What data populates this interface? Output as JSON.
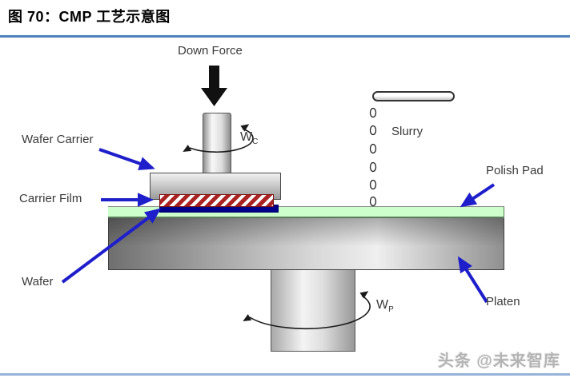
{
  "header": {
    "title": "图 70：CMP 工艺示意图"
  },
  "diagram": {
    "labels": {
      "down_force": "Down Force",
      "wafer_carrier": "Wafer Carrier",
      "carrier_film": "Carrier Film",
      "wafer": "Wafer",
      "slurry": "Slurry",
      "polish_pad": "Polish Pad",
      "platen": "Platen",
      "omega_carrier_main": "W",
      "omega_carrier_sub": "C",
      "omega_platen_main": "W",
      "omega_platen_sub": "P"
    },
    "colors": {
      "label_text": "#3a3a3a",
      "annotation_arrow_blue": "#1e1ecb",
      "down_force_arrow_black": "#111111",
      "polish_pad_green": "#ccffcc",
      "wafer_navy": "#00008b",
      "carrier_film_stripe_red": "#aa2222",
      "header_rule_blue": "#4f81bd",
      "footer_rule_blue": "#95b3d7"
    },
    "slurry_droplet_count": 6
  },
  "watermark": {
    "text": "头条 @未来智库"
  }
}
